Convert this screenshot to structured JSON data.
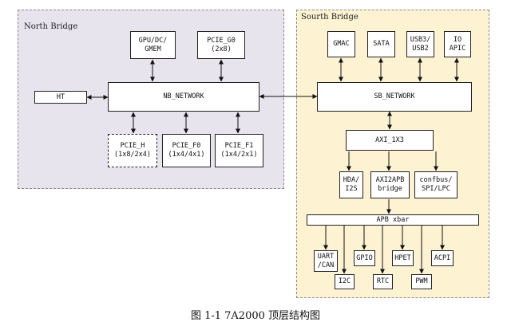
{
  "north_bridge": {
    "title": "North Bridge",
    "blocks": {
      "gpu": [
        "GPU/DC/",
        "GMEM"
      ],
      "pcie_g0": [
        "PCIE_G0",
        "(2x8)"
      ],
      "ht": [
        "HT"
      ],
      "nb_network": [
        "NB_NETWORK"
      ],
      "pcie_h": [
        "PCIE_H",
        "(1x8/2x4)"
      ],
      "pcie_f0": [
        "PCIE_F0",
        "(1x4/4x1)"
      ],
      "pcie_f1": [
        "PCIE_F1",
        "(1x4/2x1)"
      ]
    }
  },
  "south_bridge": {
    "title": "Sourth Bridge",
    "blocks": {
      "gmac": [
        "GMAC"
      ],
      "sata": [
        "SATA"
      ],
      "usb": [
        "USB3/",
        "USB2"
      ],
      "io_apic": [
        "IO",
        "APIC"
      ],
      "sb_network": [
        "SB_NETWORK"
      ],
      "axi_1x3": [
        "AXI_1X3"
      ],
      "hda": [
        "HDA/",
        "I2S"
      ],
      "axi2apb": [
        "AXI2APB",
        "bridge"
      ],
      "confbus": [
        "confbus/",
        "SPI/LPC"
      ],
      "apb_xbar": [
        "APB xbar"
      ],
      "uart": [
        "UART",
        "/CAN"
      ],
      "gpio": [
        "GPIO"
      ],
      "hpet": [
        "HPET"
      ],
      "acpi": [
        "ACPI"
      ],
      "i2c": [
        "I2C"
      ],
      "rtc": [
        "RTC"
      ],
      "pwm": [
        "PWM"
      ]
    }
  },
  "caption": "图 1-1 7A2000 顶层结构图"
}
